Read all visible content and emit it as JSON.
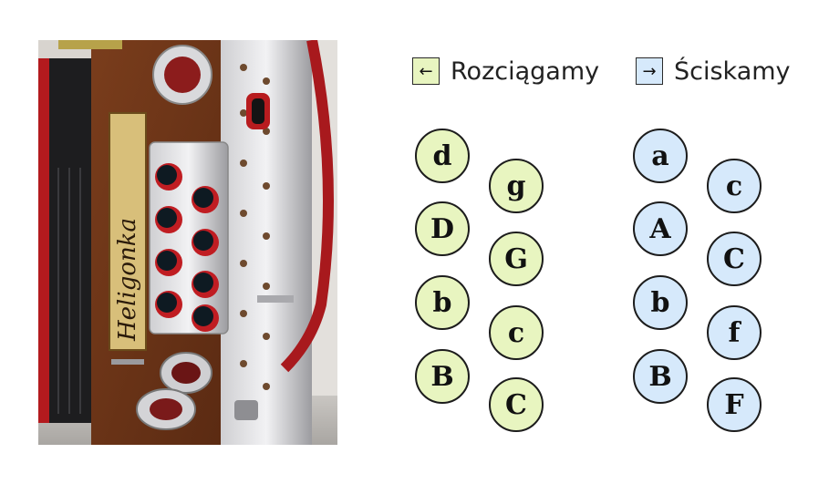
{
  "legend": {
    "pull": {
      "arrow": "←",
      "label": "Rozciągamy",
      "color": "#e8f5c0"
    },
    "push": {
      "arrow": "→",
      "label": "Ściskamy",
      "color": "#d6e9fb"
    }
  },
  "photo": {
    "logo_text": "Heligonka"
  },
  "pull_buttons": {
    "left": [
      "d",
      "D",
      "b",
      "B"
    ],
    "right": [
      "g",
      "G",
      "c",
      "C"
    ]
  },
  "push_buttons": {
    "left": [
      "a",
      "A",
      "b",
      "B"
    ],
    "right": [
      "c",
      "C",
      "f",
      "F"
    ]
  }
}
